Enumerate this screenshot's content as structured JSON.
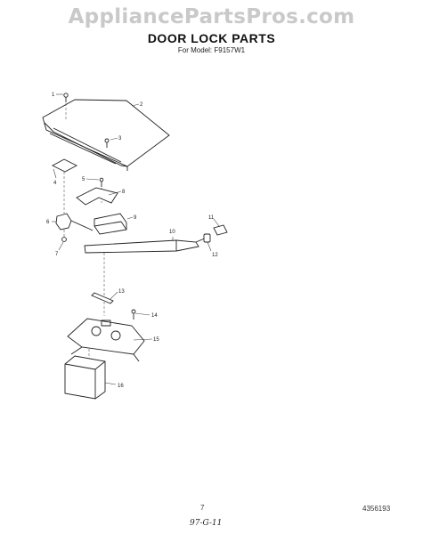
{
  "watermark": "AppliancePartsPros.com",
  "title": "DOOR LOCK PARTS",
  "subtitle": "For Model: F9157W1",
  "callouts": [
    "1",
    "2",
    "3",
    "4",
    "5",
    "6",
    "7",
    "8",
    "9",
    "10",
    "11",
    "12",
    "13",
    "14",
    "15",
    "16"
  ],
  "footer": {
    "page": "7",
    "code": "4356193",
    "handwritten": "97-G-11"
  }
}
